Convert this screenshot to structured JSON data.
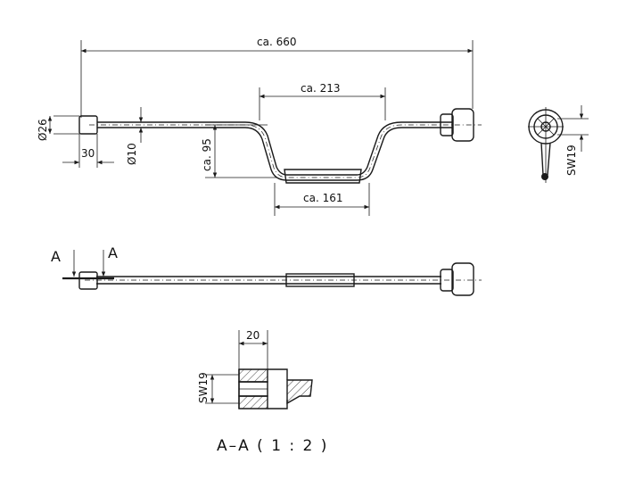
{
  "dimensions": {
    "overall_length": "ca. 660",
    "crank_width": "ca. 213",
    "grip_length": "ca. 161",
    "crank_depth": "ca. 95",
    "end_diameter": "Ø26",
    "end_length": "30",
    "rod_diameter": "Ø10",
    "socket_size": "SW19"
  },
  "section": {
    "marker_left": "A",
    "marker_right": "A",
    "title": "A–A ( 1 : 2 )",
    "width": "20",
    "socket": "SW19"
  }
}
